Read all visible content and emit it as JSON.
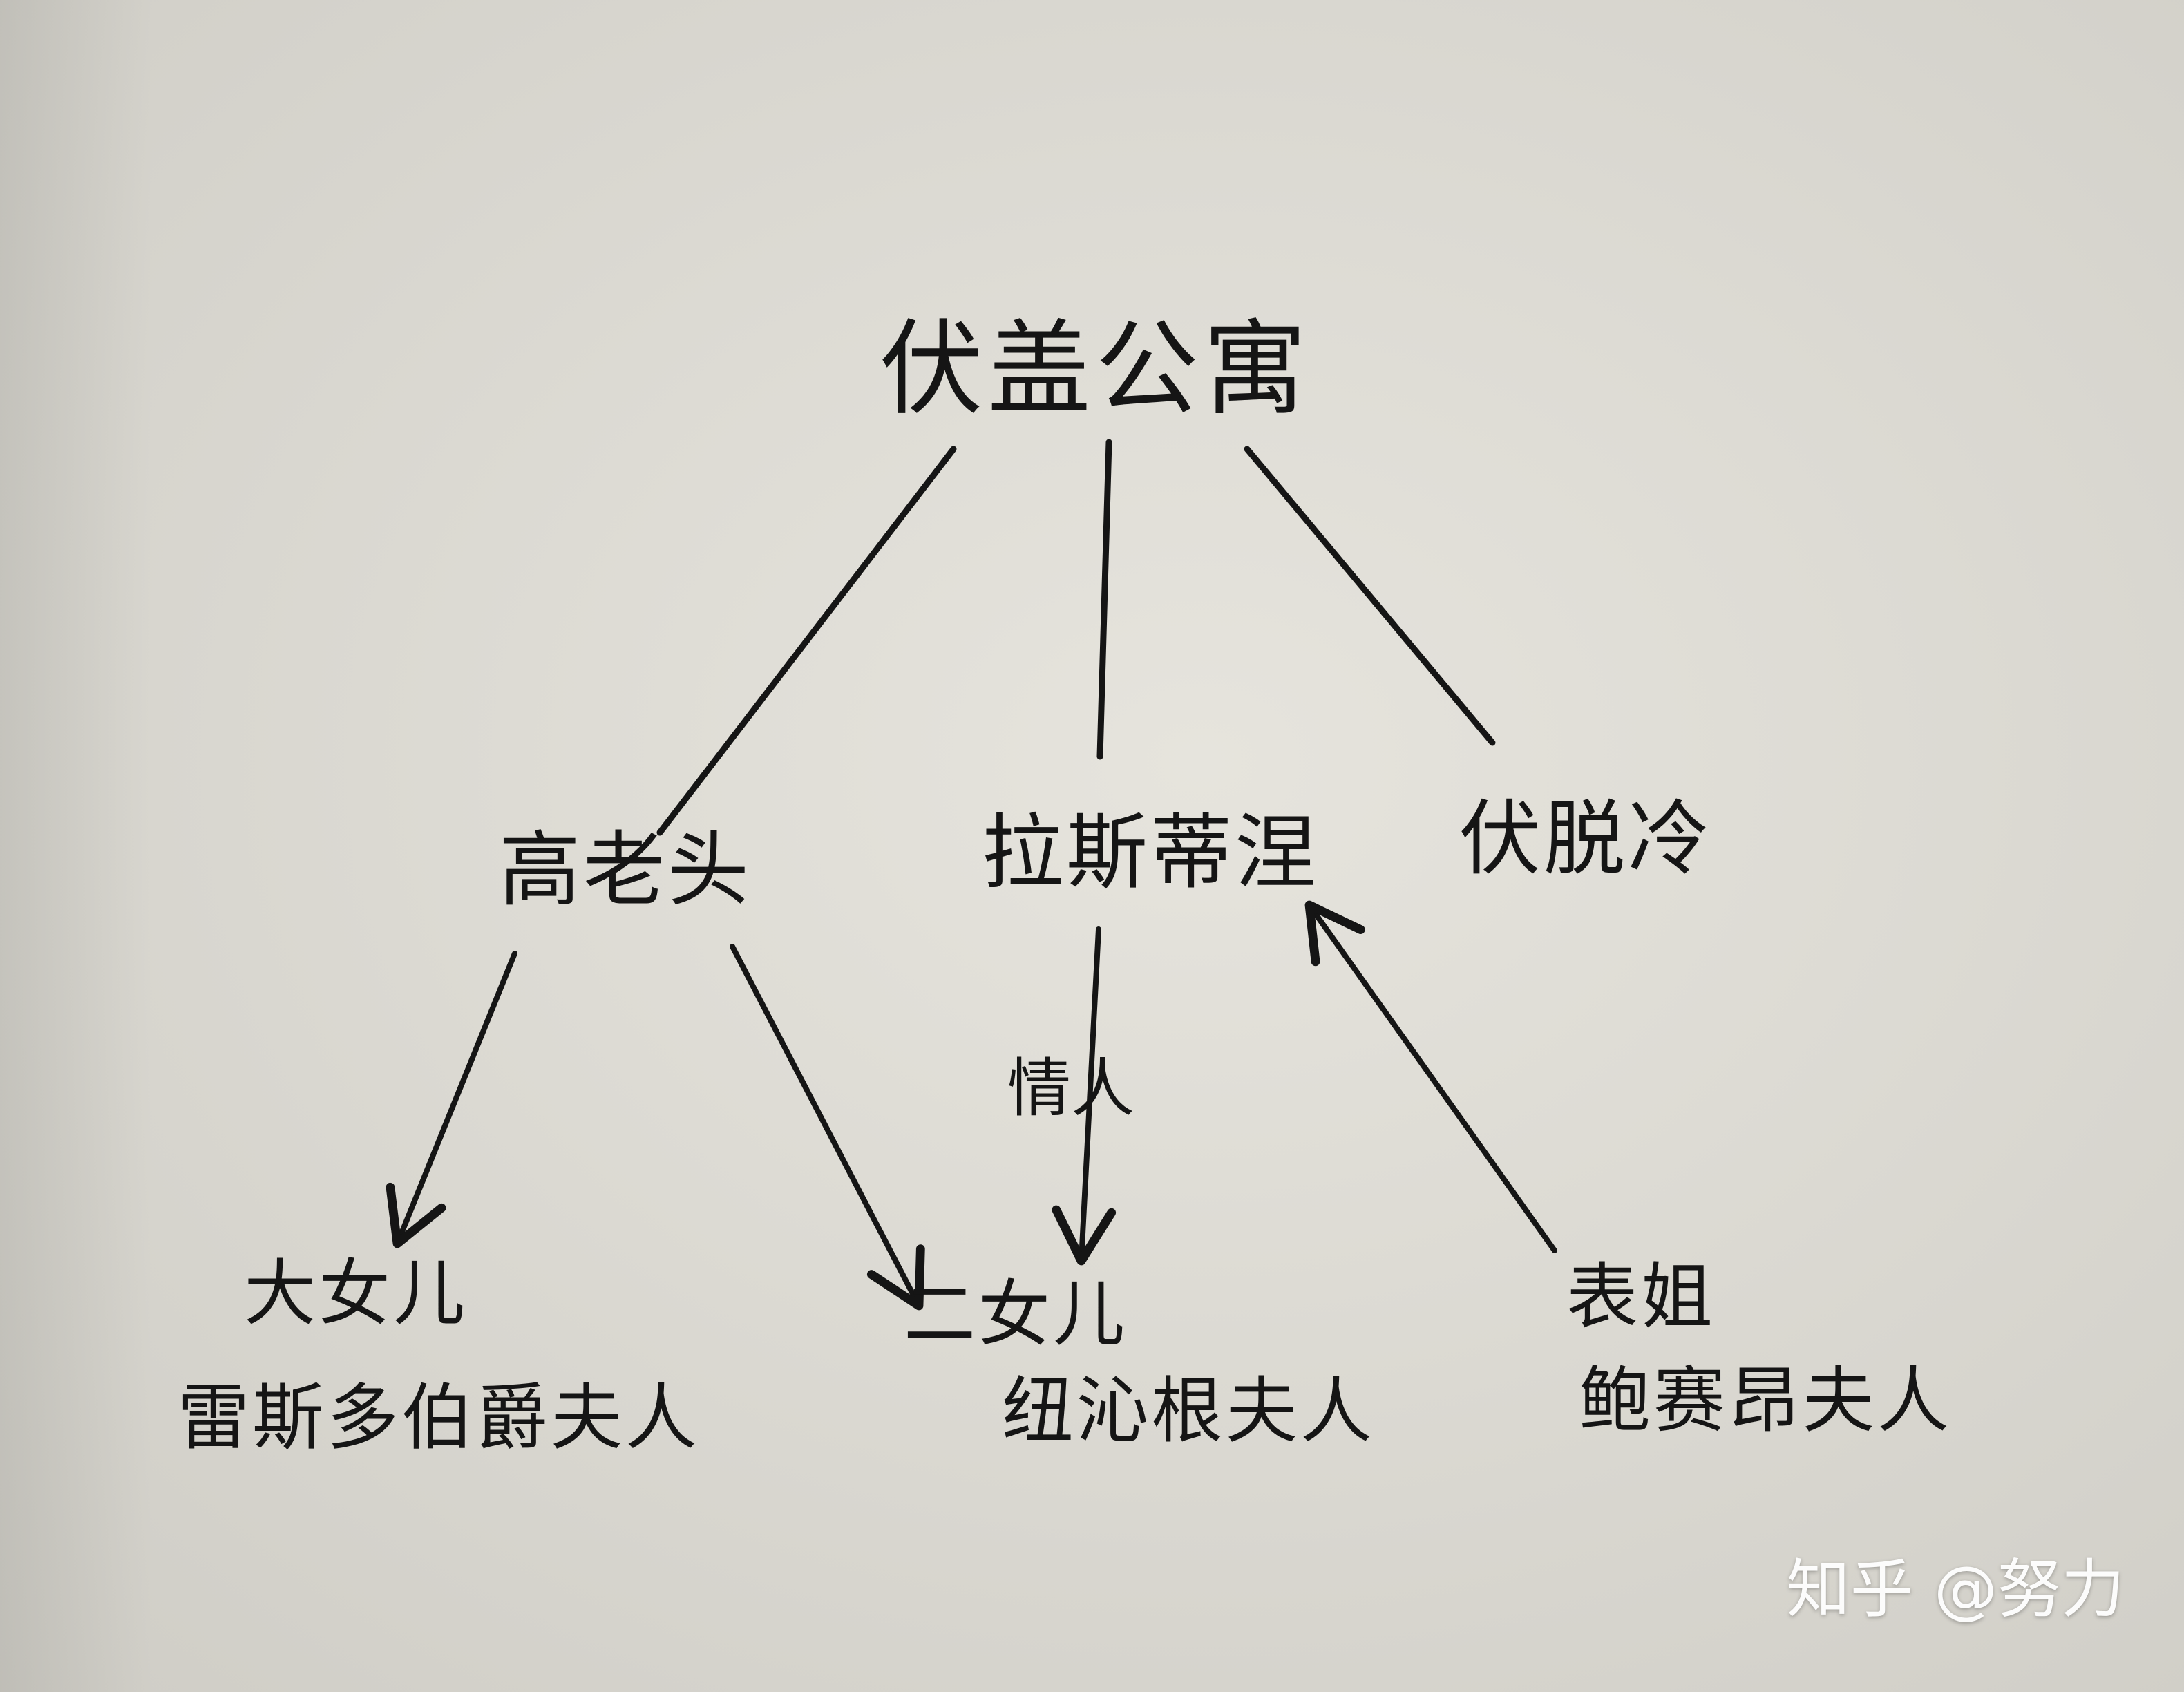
{
  "diagram": {
    "root": {
      "label": "伏盖公寓"
    },
    "middle": [
      {
        "label": "高老头"
      },
      {
        "label": "拉斯蒂涅"
      },
      {
        "label": "伏脱冷"
      }
    ],
    "leaves": [
      {
        "line1": "大女儿",
        "line2": "雷斯多伯爵夫人"
      },
      {
        "line1": "二女儿",
        "line2": "纽沁根夫人"
      },
      {
        "line1": "表姐",
        "line2": "鲍赛昂夫人"
      }
    ],
    "edge_labels": {
      "lover": "情人"
    },
    "ink_color": "#151515"
  },
  "watermark": {
    "text": "知乎 @努力"
  }
}
